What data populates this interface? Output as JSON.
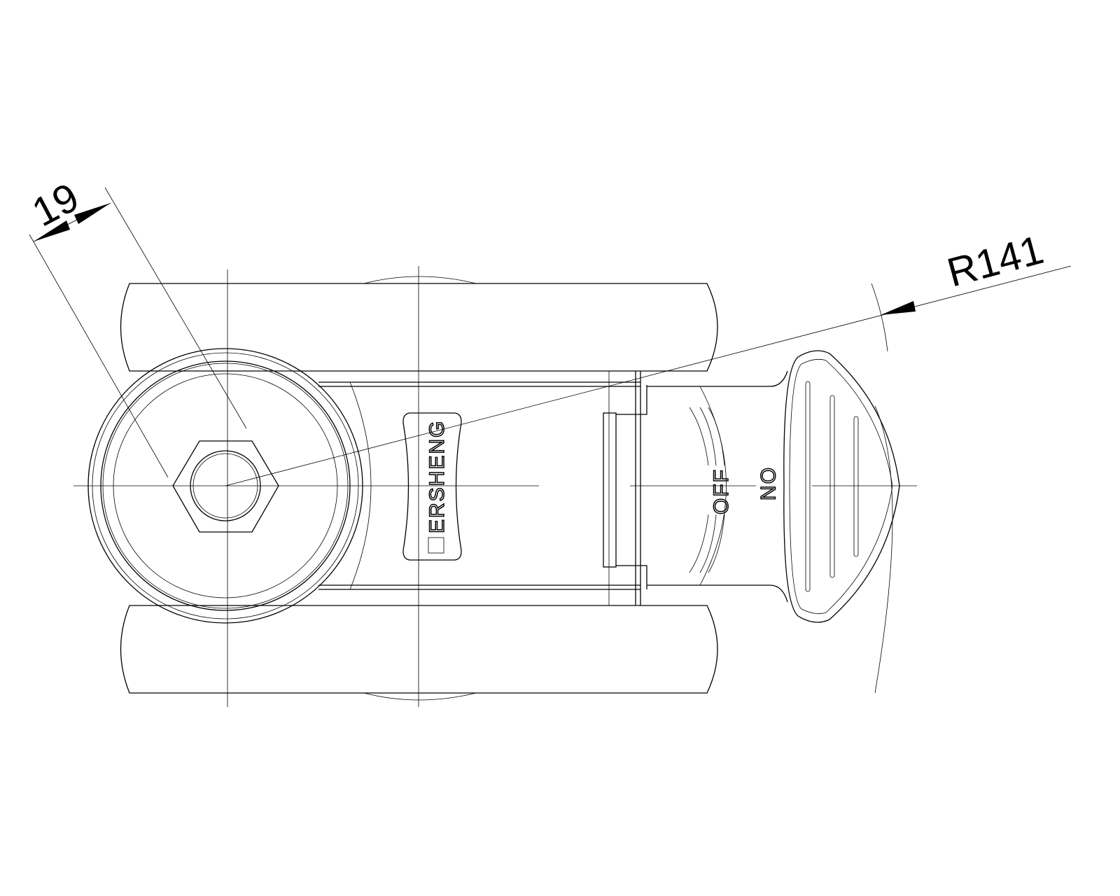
{
  "dimensions": {
    "width_label": "19",
    "radius_label": "R141"
  },
  "part": {
    "brand": "ERSHENG",
    "off_label": "OFF",
    "on_label": "ON"
  },
  "colors": {
    "line": "#000000",
    "background": "#ffffff"
  }
}
